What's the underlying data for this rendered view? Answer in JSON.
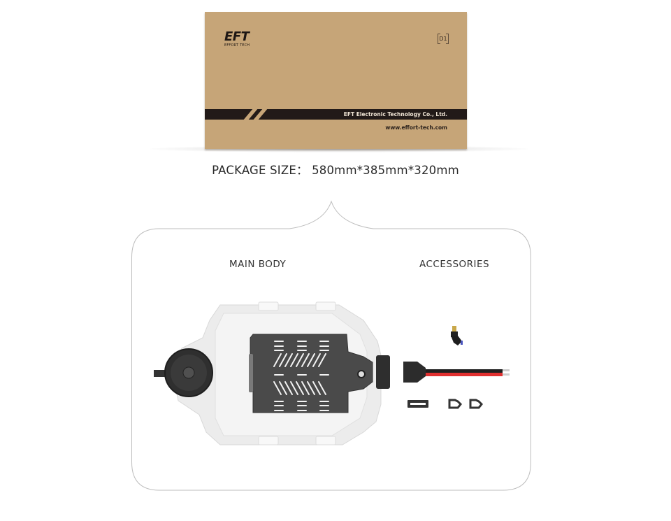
{
  "package": {
    "brand_mark": "EFT",
    "brand_sub": "EFFORT TECH",
    "model_tag": "D1",
    "company": "EFT Electronic Technology Co., Ltd.",
    "website": "www.effort-tech.com",
    "colors": {
      "cardboard": "#c6a578",
      "band": "#221a18"
    }
  },
  "size_label": "PACKAGE SIZE： 580mm*385mm*320mm",
  "contents": {
    "main_body": {
      "title": "MAIN BODY",
      "item": "spray-tank-main-body"
    },
    "accessories": {
      "title": "ACCESSORIES",
      "items": [
        "elbow-connector",
        "power-cable",
        "mounting-bracket",
        "pipe-clamp",
        "pipe-clamp"
      ]
    }
  }
}
